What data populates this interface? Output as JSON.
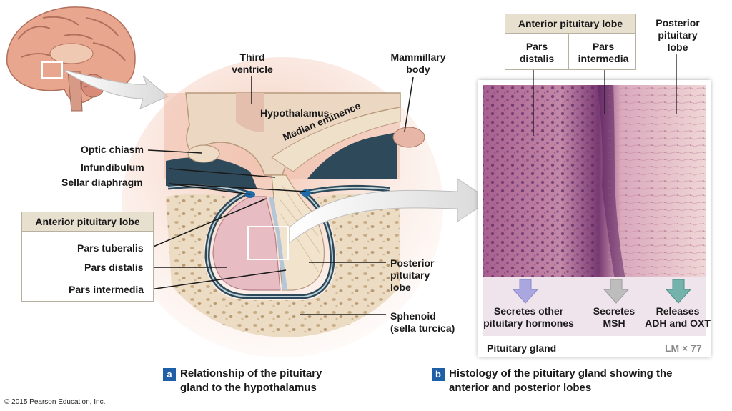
{
  "labels": {
    "third_ventricle": [
      "Third",
      "ventricle"
    ],
    "mammillary_body": [
      "Mammillary",
      "body"
    ],
    "hypothalamus": "Hypothalamus",
    "median_eminence": "Median eminence",
    "optic_chiasm": "Optic chiasm",
    "infundibulum": "Infundibulum",
    "sellar_diaphragm": "Sellar diaphragm",
    "pars_tuberalis": "Pars tuberalis",
    "pars_distalis": "Pars distalis",
    "pars_intermedia": "Pars intermedia",
    "posterior_pituitary_lobe": [
      "Posterior",
      "pituitary",
      "lobe"
    ],
    "sphenoid": [
      "Sphenoid",
      "(sella turcica)"
    ]
  },
  "left_box": {
    "title": "Anterior pituitary lobe"
  },
  "histology": {
    "top_box_title": "Anterior pituitary lobe",
    "pars_distalis": [
      "Pars",
      "distalis"
    ],
    "pars_intermedia": [
      "Pars",
      "intermedia"
    ],
    "posterior_lobe": [
      "Posterior",
      "pituitary",
      "lobe"
    ],
    "secretes_other": [
      "Secretes other",
      "pituitary hormones"
    ],
    "secretes_msh": [
      "Secretes",
      "MSH"
    ],
    "releases": [
      "Releases",
      "ADH and OXT"
    ],
    "footer_title": "Pituitary gland",
    "magnification": "LM × 77"
  },
  "captions": {
    "a": {
      "badge": "a",
      "lines": [
        "Relationship of the pituitary",
        "gland to the hypothalamus"
      ]
    },
    "b": {
      "badge": "b",
      "lines": [
        "Histology of the pituitary gland showing the",
        "anterior and posterior lobes"
      ]
    }
  },
  "credit": "© 2015 Pearson Education, Inc.",
  "colors": {
    "arrow_lilac": "#a9a6e0",
    "arrow_gray": "#b9b9b9",
    "arrow_teal": "#6fb0a8",
    "tissue_pink": "#e3b3bc",
    "bone": "#ecdcc4"
  }
}
